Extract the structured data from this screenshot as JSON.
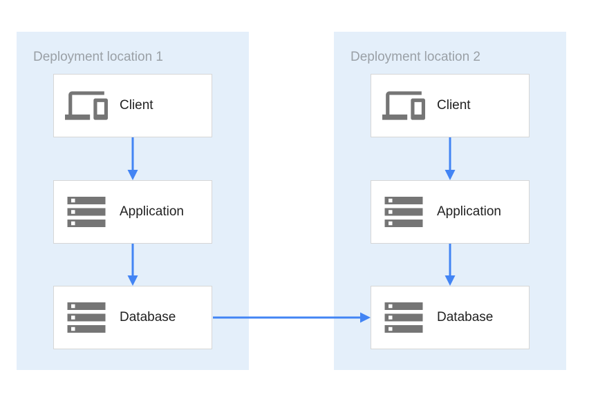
{
  "diagram": {
    "colors": {
      "panel_bg": "#e4effa",
      "arrow_color": "#4284f4",
      "title_color": "#9aa0a6",
      "label_color": "#212121",
      "icon_color": "#757575",
      "node_border": "#d6d6d6",
      "node_bg": "#ffffff"
    },
    "panels": [
      {
        "title": "Deployment location 1",
        "nodes": [
          {
            "label": "Client",
            "icon": "devices-icon"
          },
          {
            "label": "Application",
            "icon": "server-stack-icon"
          },
          {
            "label": "Database",
            "icon": "server-stack-icon"
          }
        ]
      },
      {
        "title": "Deployment location 2",
        "nodes": [
          {
            "label": "Client",
            "icon": "devices-icon"
          },
          {
            "label": "Application",
            "icon": "server-stack-icon"
          },
          {
            "label": "Database",
            "icon": "server-stack-icon"
          }
        ]
      }
    ],
    "connections": [
      {
        "from": "Client (location 1)",
        "to": "Application (location 1)",
        "direction": "down"
      },
      {
        "from": "Application (location 1)",
        "to": "Database (location 1)",
        "direction": "down"
      },
      {
        "from": "Client (location 2)",
        "to": "Application (location 2)",
        "direction": "down"
      },
      {
        "from": "Application (location 2)",
        "to": "Database (location 2)",
        "direction": "down"
      },
      {
        "from": "Database (location 1)",
        "to": "Database (location 2)",
        "direction": "right"
      }
    ]
  }
}
